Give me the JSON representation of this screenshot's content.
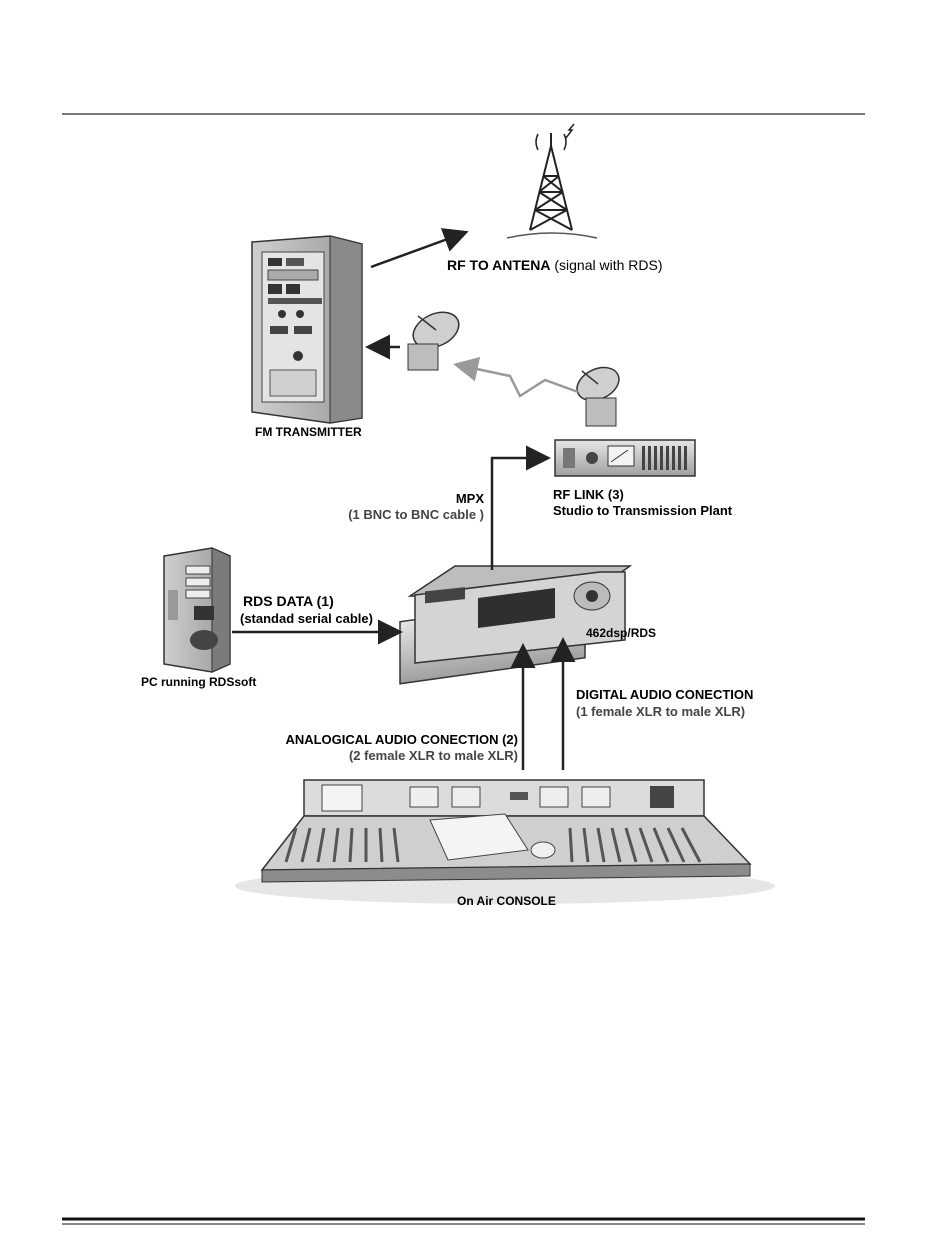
{
  "labels": {
    "rf_to_antena_bold": "RF TO  ANTENA",
    "rf_to_antena_rest": " (signal with RDS)",
    "fm_transmitter": "FM TRANSMITTER",
    "mpx_title": "MPX",
    "mpx_cable": "(1 BNC to BNC cable )",
    "rf_link_title": "RF  LINK (3)",
    "rf_link_desc": "Studio to Transmission Plant",
    "rds_data_title": "RDS DATA  (1)",
    "rds_data_cable": "(standad serial cable)",
    "encoder_model": "462dsp/RDS",
    "pc_caption": "PC running  RDSsoft",
    "digital_audio_title": "DIGITAL AUDIO CONECTION",
    "digital_audio_cable": "(1 female XLR to male XLR)",
    "analog_audio_title": "ANALOGICAL AUDIO CONECTION  (2)",
    "analog_audio_cable": "(2 female XLR to male XLR)",
    "console_caption": "On Air CONSOLE"
  },
  "colors": {
    "rule": "#777777",
    "arrow": "#222222",
    "link_arrow": "#999999",
    "device_dark": "#4a4a4a",
    "device_light": "#d9d9d9"
  },
  "icons": [
    "antenna-tower-icon",
    "fm-transmitter-rack-icon",
    "satellite-dish-icon",
    "rf-link-unit-icon",
    "rds-encoder-icon",
    "pc-tower-icon",
    "mixing-console-icon"
  ]
}
